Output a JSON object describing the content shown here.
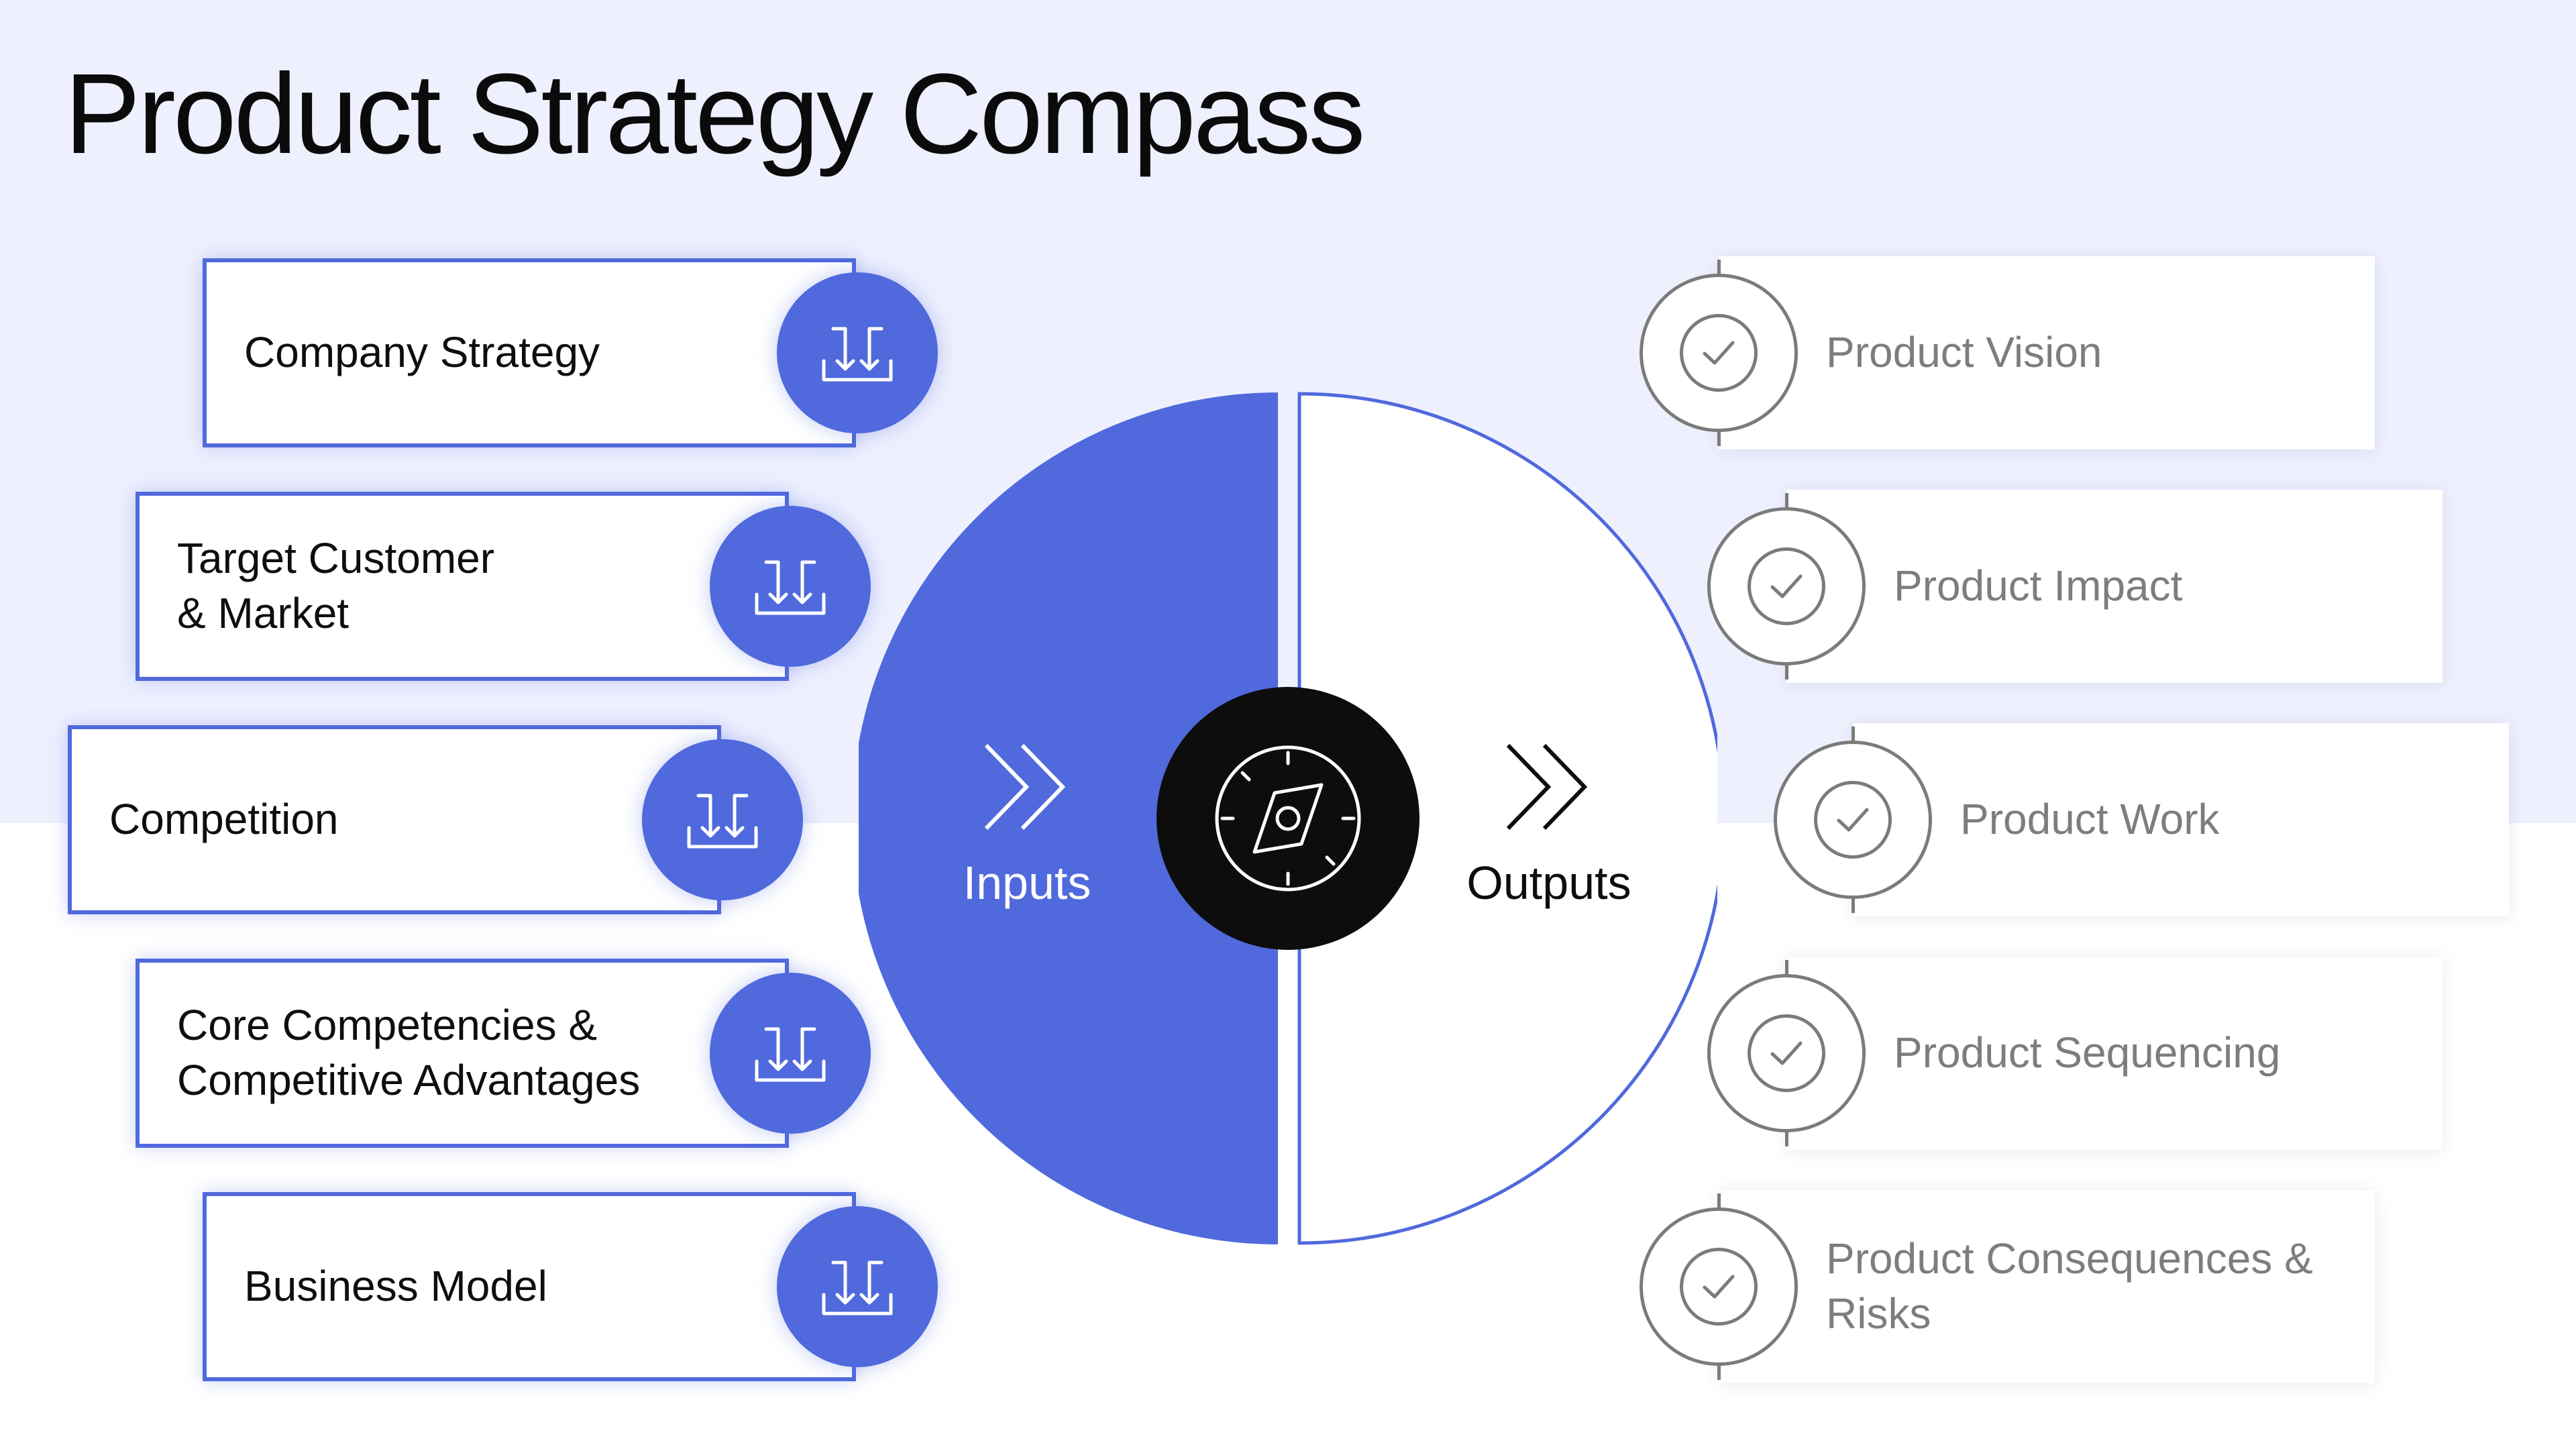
{
  "title": "Product Strategy Compass",
  "colors": {
    "accent": "#5069dc",
    "background_top": "#eef0fe",
    "center": "#0d0d0d",
    "output_text": "#7d7d7d"
  },
  "diagram": {
    "left_label": "Inputs",
    "right_label": "Outputs",
    "center_icon": "compass-icon",
    "arrow_icon": "double-chevron-right-icon"
  },
  "inputs": [
    {
      "label": "Company Strategy",
      "icon": "inbox-import-icon"
    },
    {
      "label": "Target Customer\n& Market",
      "icon": "inbox-import-icon"
    },
    {
      "label": "Competition",
      "icon": "inbox-import-icon"
    },
    {
      "label": "Core Competencies &\nCompetitive Advantages",
      "icon": "inbox-import-icon"
    },
    {
      "label": "Business Model",
      "icon": "inbox-import-icon"
    }
  ],
  "outputs": [
    {
      "label": "Product Vision",
      "icon": "check-circle-icon"
    },
    {
      "label": "Product Impact",
      "icon": "check-circle-icon"
    },
    {
      "label": "Product Work",
      "icon": "check-circle-icon"
    },
    {
      "label": "Product Sequencing",
      "icon": "check-circle-icon"
    },
    {
      "label": "Product Consequences &\nRisks",
      "icon": "check-circle-icon"
    }
  ]
}
